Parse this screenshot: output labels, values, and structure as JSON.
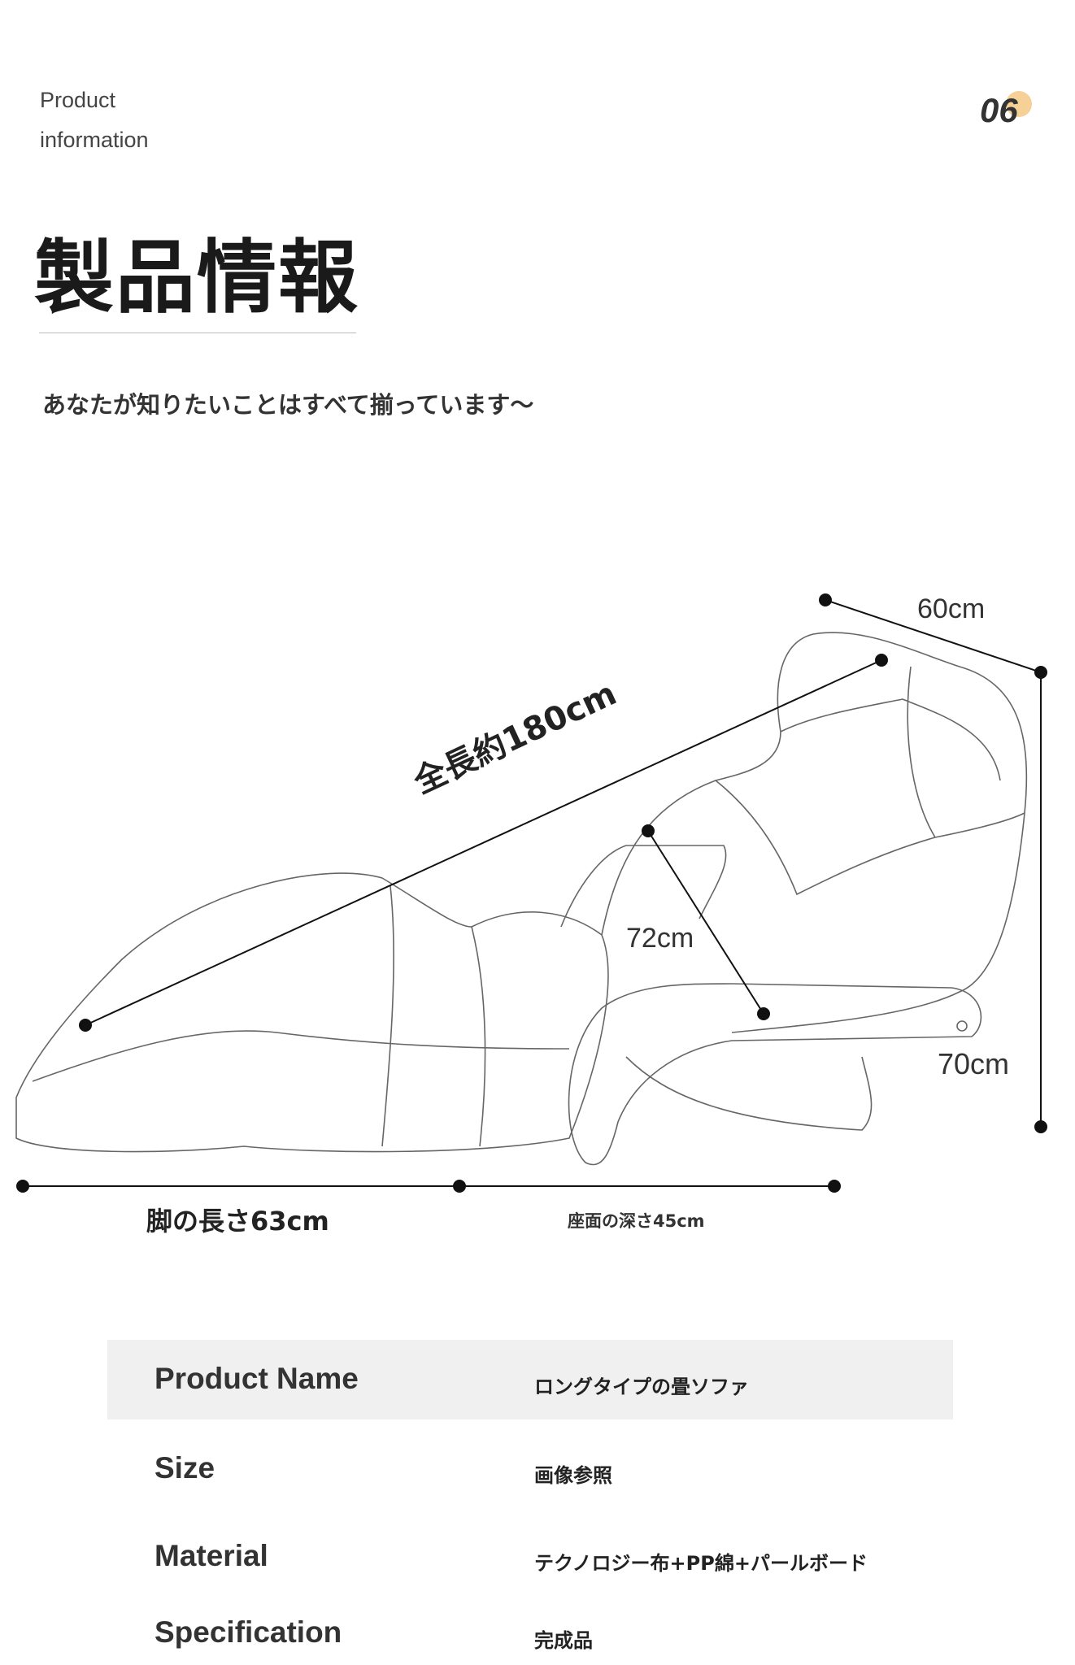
{
  "header": {
    "label_line1": "Product",
    "label_line2": "information",
    "page_number": "06",
    "accent_color": "#f3c67d"
  },
  "title": "製品情報",
  "subtitle": "あなたが知りたいことはすべて揃っています～",
  "dimensions": {
    "width": "60cm",
    "total_length": "全長約180cm",
    "armrest": "72cm",
    "height": "70cm",
    "leg_length": "脚の長さ63cm",
    "seat_depth": "座面の深さ45cm"
  },
  "spec_table": [
    {
      "key": "Product Name",
      "value": "ロングタイプの畳ソファ"
    },
    {
      "key": "Size",
      "value": "画像参照"
    },
    {
      "key": "Material",
      "value": "テクノロジー布+PP綿+パールボード"
    },
    {
      "key": "Specification",
      "value": "完成品"
    }
  ]
}
